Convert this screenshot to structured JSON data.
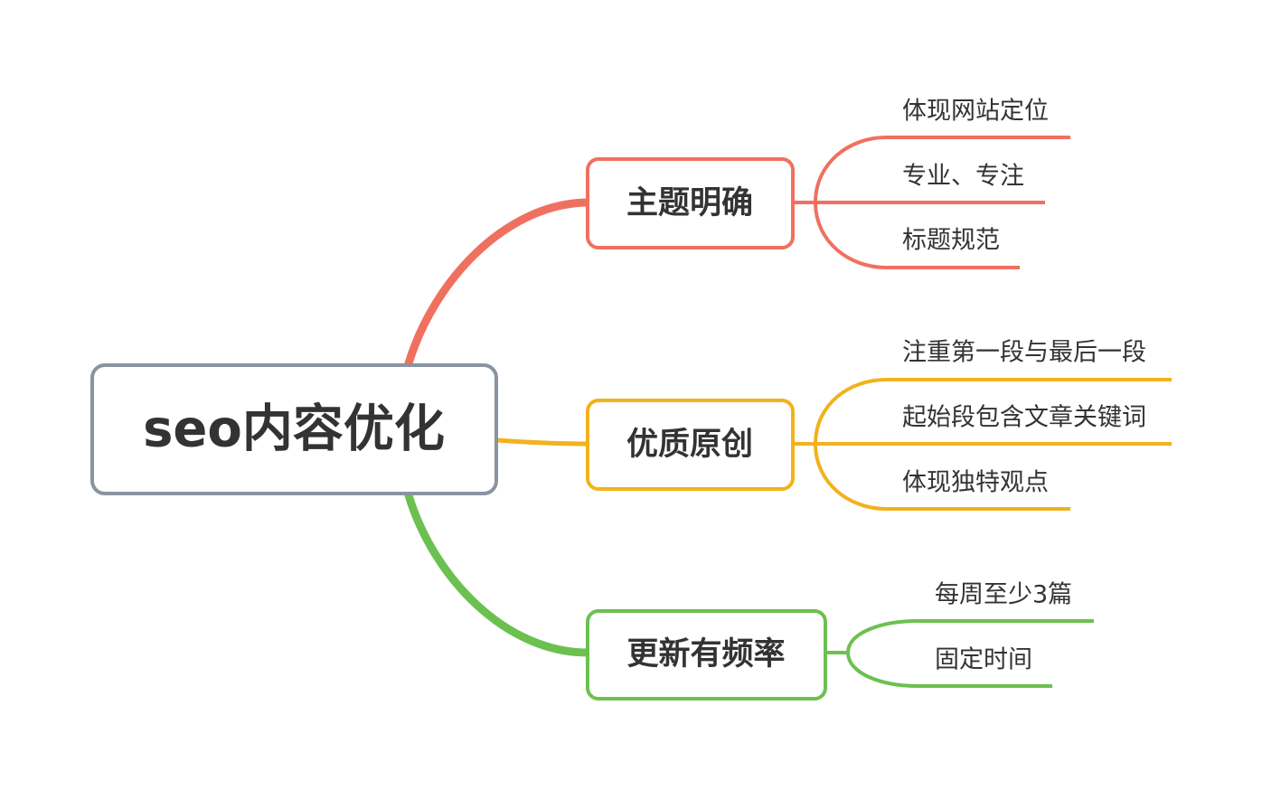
{
  "colors": {
    "root_border": "#8a93a0",
    "text": "#333333",
    "branch_red": "#f07060",
    "branch_yellow": "#f2b21c",
    "branch_green": "#6cc050"
  },
  "root": {
    "label": "seo内容优化"
  },
  "branches": [
    {
      "id": "topic",
      "label": "主题明确",
      "color_key": "branch_red",
      "leaves": [
        "体现网站定位",
        "专业、专注",
        "标题规范"
      ]
    },
    {
      "id": "quality",
      "label": "优质原创",
      "color_key": "branch_yellow",
      "leaves": [
        "注重第一段与最后一段",
        "起始段包含文章关键词",
        "体现独特观点"
      ]
    },
    {
      "id": "frequency",
      "label": "更新有频率",
      "color_key": "branch_green",
      "leaves": [
        "每周至少3篇",
        "固定时间"
      ]
    }
  ]
}
